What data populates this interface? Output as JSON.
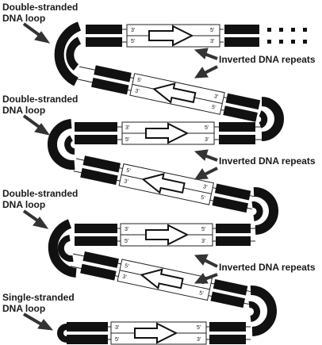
{
  "labels": {
    "loop_top_1": "Double-stranded",
    "loop_top_2": "DNA loop",
    "loop_mid1_1": "Double-stranded",
    "loop_mid1_2": "DNA loop",
    "loop_mid2_1": "Double-stranded",
    "loop_mid2_2": "DNA loop",
    "loop_bottom_1": "Single-stranded",
    "loop_bottom_2": "DNA loop",
    "repeats_1": "Inverted DNA repeats",
    "repeats_2": "Inverted DNA repeats",
    "repeats_3": "Inverted DNA repeats"
  },
  "strand_ends": {
    "three_prime": "3'",
    "five_prime": "5'"
  },
  "colors": {
    "block": "#111111",
    "line": "#222222",
    "arrow_fill": "#ffffff"
  }
}
